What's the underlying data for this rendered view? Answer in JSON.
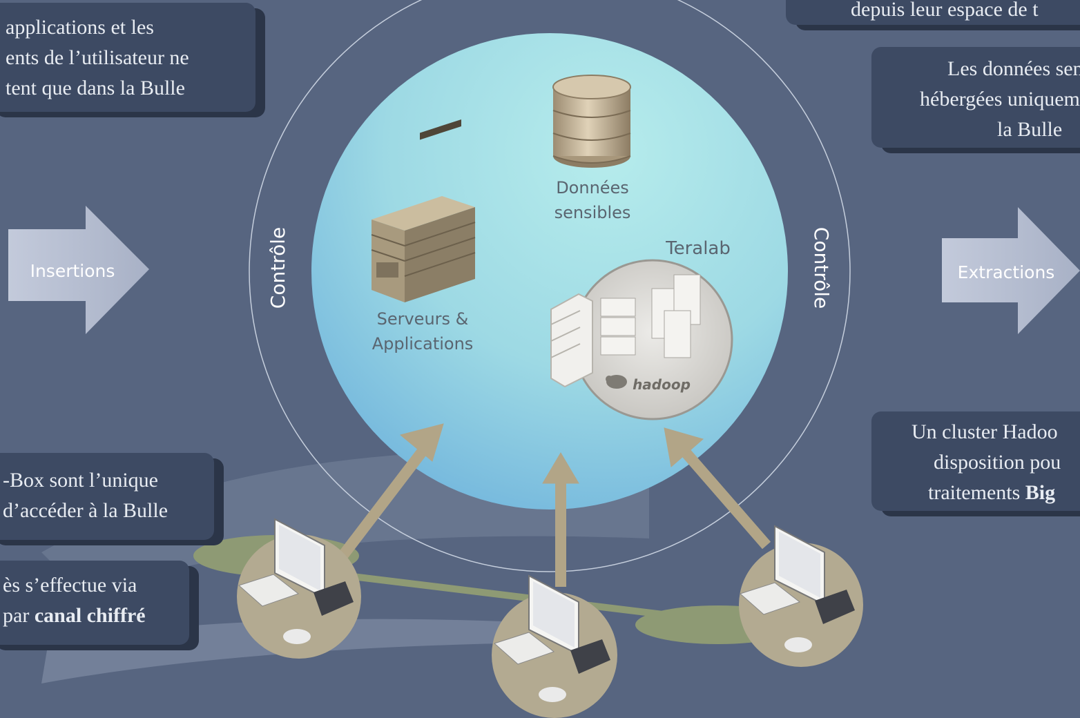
{
  "left_boxes": {
    "apps": [
      "applications et les",
      "ents de l’utilisateur ne",
      "tent que dans la Bulle"
    ],
    "box_access": [
      "-Box sont l’unique",
      "d’accéder à la Bulle"
    ],
    "channel": {
      "line1": "ès s’effectue via",
      "line2_pre": "par ",
      "line2_bold": "canal chiffré"
    }
  },
  "right_boxes": {
    "top_cut": "depuis leur espace de t",
    "sensitive": [
      "Les données sensi",
      "hébergées uniquem",
      "la Bulle"
    ],
    "hadoop": {
      "line1": "Un cluster Hadoo",
      "line2": "disposition pou",
      "line3_pre": "traitements ",
      "line3_bold": "Big"
    }
  },
  "arrows": {
    "left": "Insertions",
    "right": "Extractions"
  },
  "ring": {
    "left": "Contrôle",
    "right": "Contrôle"
  },
  "bubble": {
    "data_label": [
      "Données",
      "sensibles"
    ],
    "servers_label": [
      "Serveurs &",
      "Applications"
    ],
    "teralab_label": "Teralab",
    "hadoop_logo": "hadoop"
  },
  "icons": [
    "database-icon",
    "server-rack-icon",
    "firewall-icon",
    "elephant-icon",
    "workstation-icon"
  ]
}
